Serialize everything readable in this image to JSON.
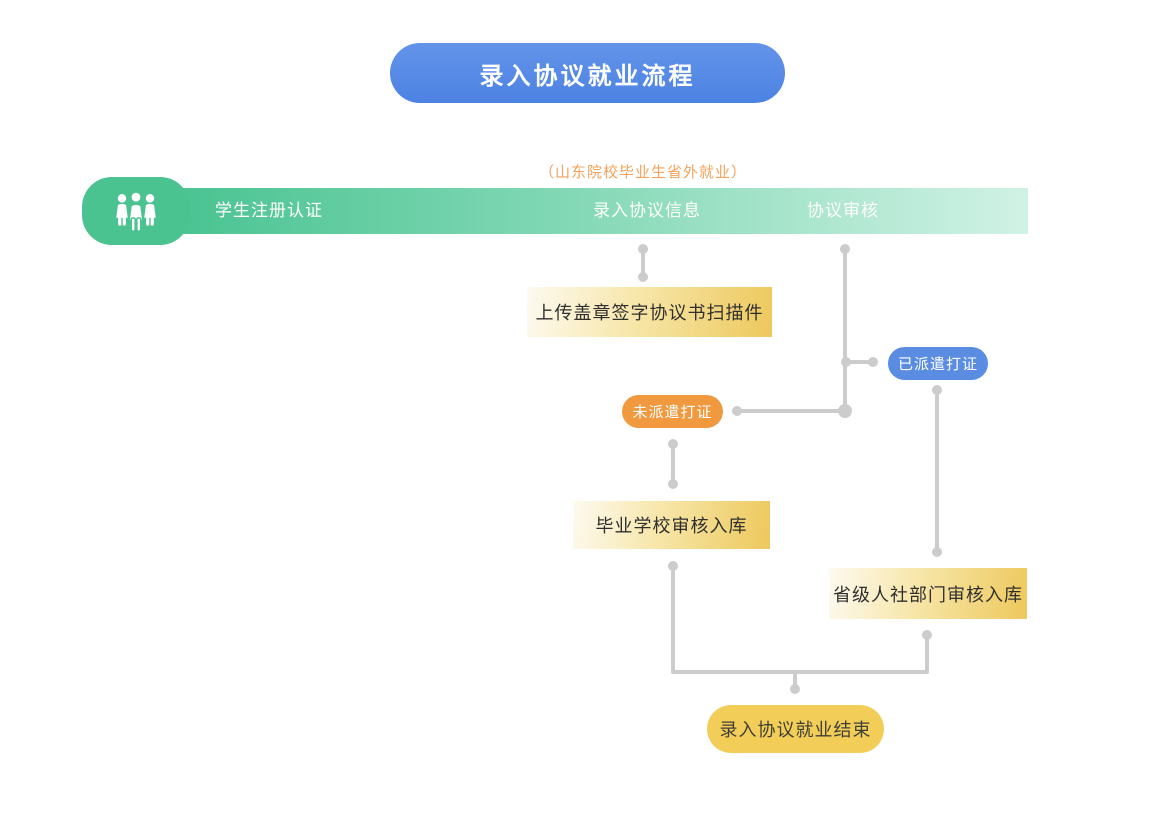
{
  "page": {
    "title": "录入协议就业流程",
    "caption": "（山东院校毕业生省外就业）"
  },
  "stages": [
    {
      "label": "学生注册认证"
    },
    {
      "label": "录入协议信息"
    },
    {
      "label": "协议审核"
    }
  ],
  "nodes": {
    "upload_scan": {
      "label": "上传盖章签字协议书扫描件"
    },
    "dispatched": {
      "label": "已派遣打证"
    },
    "not_dispatched": {
      "label": "未派遣打证"
    },
    "school_review": {
      "label": "毕业学校审核入库"
    },
    "provincial_review": {
      "label": "省级人社部门审核入库"
    },
    "finish": {
      "label": "录入协议就业结束"
    }
  },
  "icons": {
    "people": "people-icon"
  },
  "colors": {
    "title_blue": "#5287E5",
    "bar_green_start": "#44C18D",
    "bar_green_end": "#D0F2E5",
    "bubble_green": "#4BC391",
    "caption_orange": "#F5A25B",
    "pill_blue": "#5A8DE2",
    "pill_orange": "#F0993F",
    "box_gold_start": "#FDFAF0",
    "box_gold_end": "#EDC85C",
    "finish_yellow": "#F2CE59",
    "connector_gray": "#CCCCCC"
  }
}
